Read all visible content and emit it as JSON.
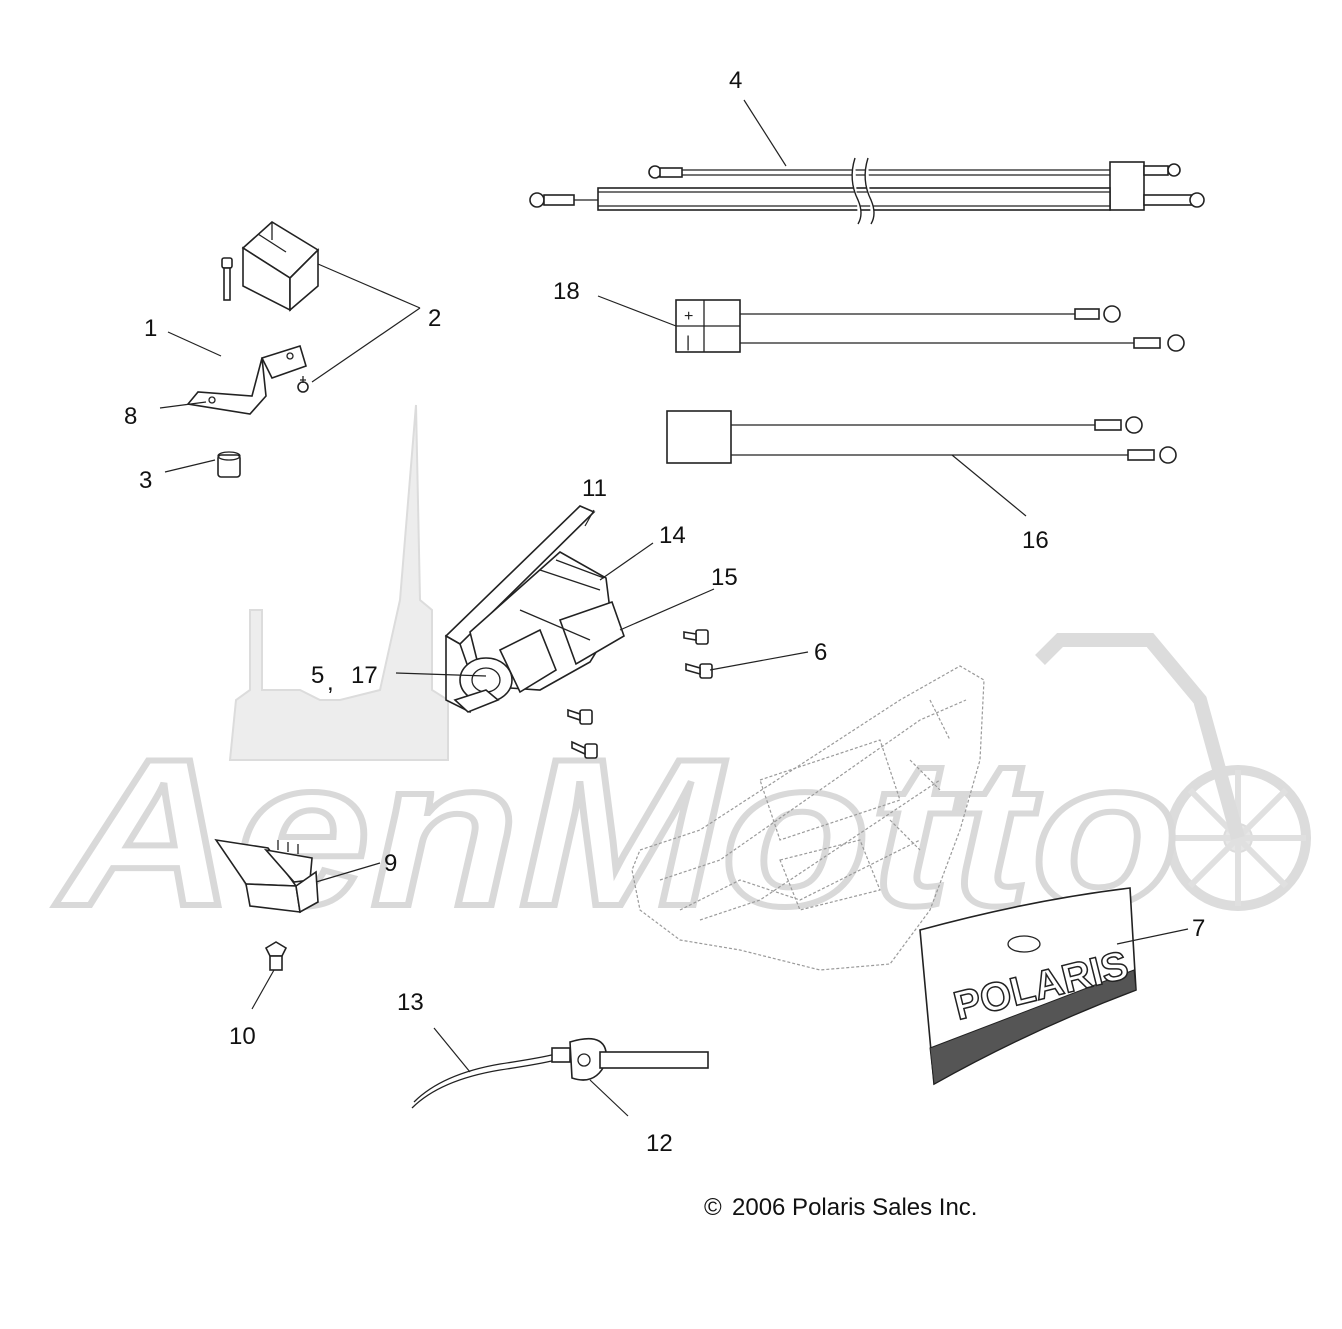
{
  "watermark": {
    "text": "AenMotto"
  },
  "callouts": {
    "c1": "1",
    "c2": "2",
    "c3": "3",
    "c4": "4",
    "c5": "5",
    "c5sep": ",",
    "c6": "6",
    "c7": "7",
    "c8": "8",
    "c9": "9",
    "c10": "10",
    "c11": "11",
    "c12": "12",
    "c13": "13",
    "c14": "14",
    "c15": "15",
    "c16": "16",
    "c17": "17",
    "c18": "18"
  },
  "connector_marks": {
    "plus": "+",
    "minus": "|"
  },
  "plate_logo": {
    "text": "POLARIS"
  },
  "copyright": {
    "symbol": "©",
    "text": "2006 Polaris Sales Inc."
  }
}
